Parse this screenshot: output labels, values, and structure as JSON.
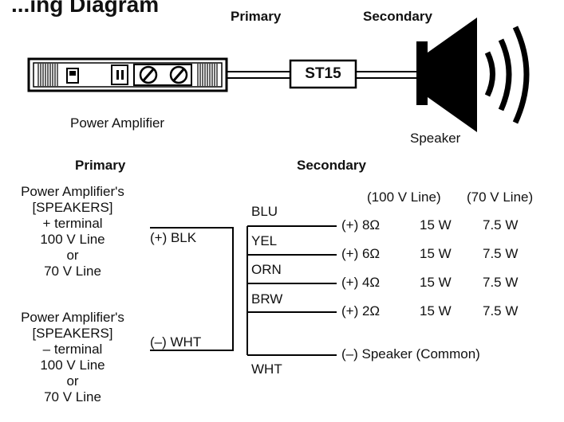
{
  "title_fragment": "...ing Diagram",
  "top": {
    "primary_label": "Primary",
    "secondary_label": "Secondary",
    "transformer_label": "ST15",
    "amplifier_caption": "Power Amplifier",
    "speaker_caption": "Speaker"
  },
  "primary": {
    "heading": "Primary",
    "plus_block": [
      "Power Amplifier's",
      "[SPEAKERS]",
      "+ terminal",
      "100 V Line",
      "or",
      "70 V Line"
    ],
    "minus_block": [
      "Power Amplifier's",
      "[SPEAKERS]",
      "– terminal",
      "100 V Line",
      "or",
      "70 V Line"
    ],
    "plus_wire": "(+) BLK",
    "minus_wire": "(–) WHT"
  },
  "secondary": {
    "heading": "Secondary",
    "col_100v": "(100 V Line)",
    "col_70v": "(70 V Line)",
    "wire_colors": [
      "BLU",
      "YEL",
      "ORN",
      "BRW",
      "WHT"
    ],
    "taps": [
      {
        "label": "(+) 8Ω",
        "w100": "15 W",
        "w70": "7.5 W"
      },
      {
        "label": "(+) 6Ω",
        "w100": "15 W",
        "w70": "7.5 W"
      },
      {
        "label": "(+) 4Ω",
        "w100": "15 W",
        "w70": "7.5 W"
      },
      {
        "label": "(+) 2Ω",
        "w100": "15 W",
        "w70": "7.5 W"
      }
    ],
    "common_label": "(–) Speaker (Common)"
  }
}
